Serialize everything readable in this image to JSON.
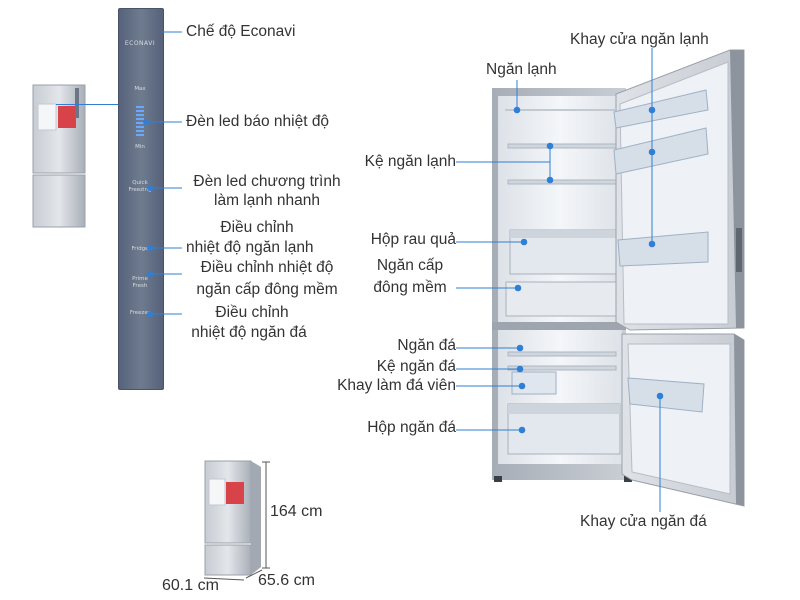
{
  "panel": {
    "econavi": "ECONAVI",
    "max": "Max",
    "min": "Min",
    "quick_freezing": "Quick Freezing",
    "fridge": "Fridge",
    "prime_fresh": "Prime Fresh",
    "freezer": "Freezer"
  },
  "callouts": {
    "econavi_mode": "Chế độ Econavi",
    "temp_led": "Đèn led báo nhiệt độ",
    "quick_cool_led_1": "Đèn led chương trình",
    "quick_cool_led_2": "làm lạnh nhanh",
    "fridge_temp_1": "Điều chỉnh",
    "fridge_temp_2": "nhiệt độ ngăn lạnh",
    "soft_freeze_temp_1": "Điều chỉnh nhiệt độ",
    "soft_freeze_temp_2": "ngăn cấp đông mềm",
    "freezer_temp_1": "Điều chỉnh",
    "freezer_temp_2": "nhiệt độ ngăn đá"
  },
  "fridge_labels": {
    "fridge_compartment": "Ngăn lạnh",
    "fridge_door_tray": "Khay cửa ngăn lạnh",
    "fridge_shelf": "Kệ ngăn lạnh",
    "vegetable_box": "Hộp rau quả",
    "soft_freeze_1": "Ngăn cấp",
    "soft_freeze_2": "đông mềm",
    "freezer_compartment": "Ngăn đá",
    "freezer_shelf": "Kệ ngăn đá",
    "ice_tray": "Khay làm đá viên",
    "freezer_box": "Hộp ngăn đá",
    "freezer_door_tray": "Khay cửa ngăn đá"
  },
  "dimensions": {
    "height": "164 cm",
    "width": "60.1 cm",
    "depth": "65.6 cm"
  },
  "colors": {
    "panel": "#5e6b7d",
    "leader": "#2f7fd6",
    "body": "#b9bec6",
    "interior": "#eef1f5"
  }
}
